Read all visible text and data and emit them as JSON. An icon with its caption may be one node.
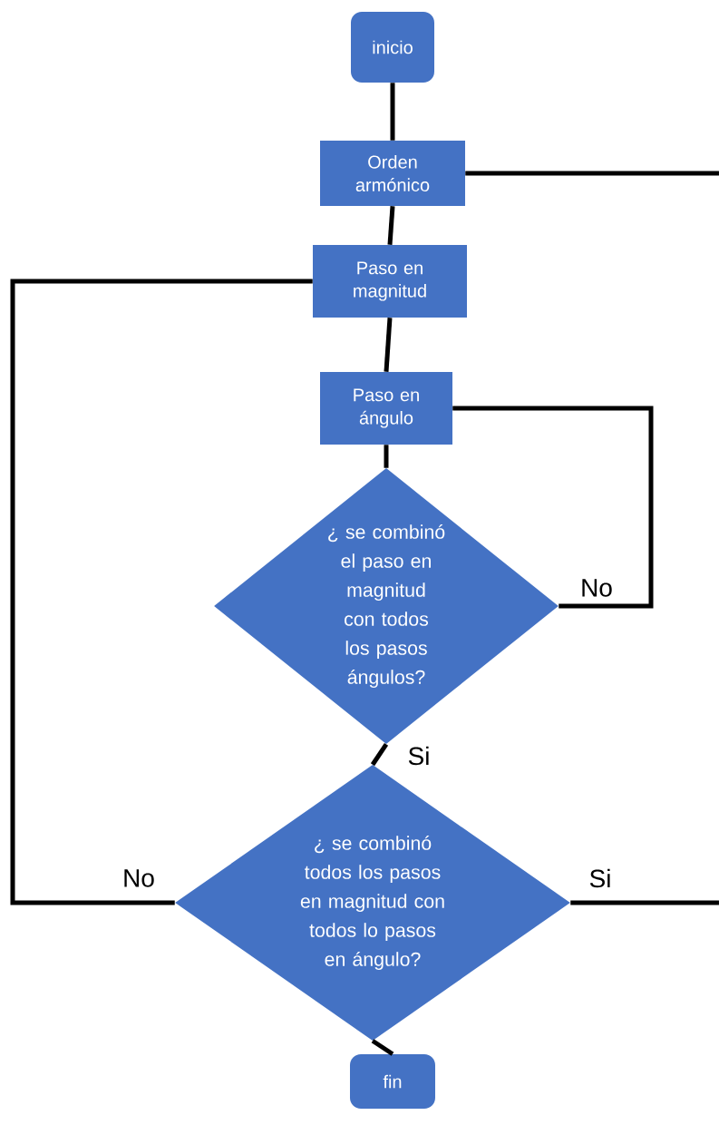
{
  "diagram": {
    "nodes": [
      {
        "text": [
          "inicio"
        ]
      },
      {
        "text": [
          "Orden armónico"
        ]
      },
      {
        "text": [
          "Paso en magnitud"
        ]
      },
      {
        "text": [
          "Paso en ángulo"
        ]
      },
      {
        "text": [
          "¿ se combinó el paso en magnitud con todos los pasos ángulos?"
        ]
      },
      {
        "text": [
          "¿ se combinó todos los pasos en magnitud con todos lo pasos en ángulo?"
        ]
      },
      {
        "text": [
          "fin"
        ]
      }
    ],
    "edges": [
      {
        "from": 0,
        "to": 1,
        "arrow": "none"
      },
      {
        "from": 1,
        "to": null,
        "arrow": "none"
      },
      {
        "from": 1,
        "to": 2,
        "arrow": "none"
      },
      {
        "from": 2,
        "to": 3,
        "arrow": "none"
      },
      {
        "from": 3,
        "to": 4,
        "arrow": "none"
      },
      {
        "from": 4,
        "to": 3,
        "arrow": "none",
        "label": "No"
      },
      {
        "from": 4,
        "to": 5,
        "arrow": "none",
        "label": "Si"
      },
      {
        "from": 5,
        "to": 2,
        "arrow": "none",
        "label": "No"
      },
      {
        "from": 5,
        "to": null,
        "arrow": "none",
        "label": "Si"
      },
      {
        "from": 5,
        "to": 6,
        "arrow": "none"
      }
    ]
  }
}
